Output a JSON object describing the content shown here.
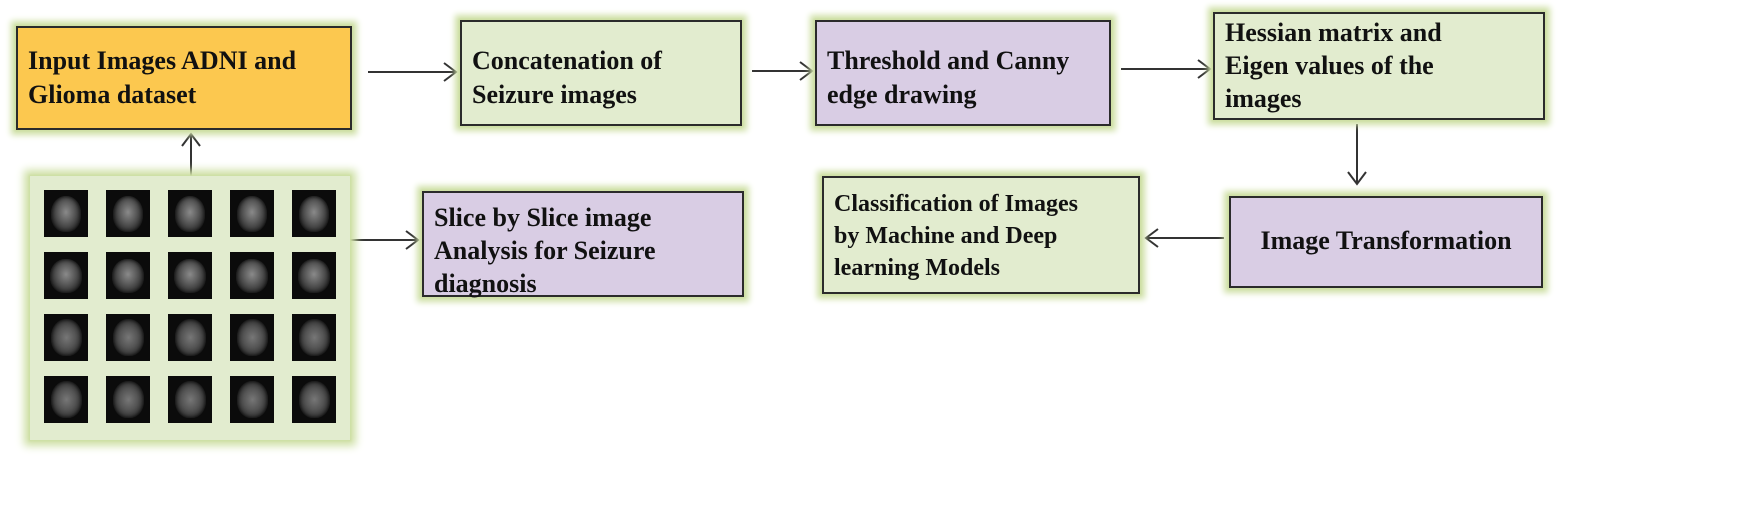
{
  "diagram": {
    "nodes": {
      "input": {
        "line1": "Input Images ADNI and",
        "line2": "Glioma dataset",
        "color": "#fcc84f"
      },
      "concat": {
        "line1": "Concatenation of",
        "line2": "Seizure images",
        "color": "#e2eccf"
      },
      "threshold": {
        "line1": "Threshold and Canny",
        "line2": "edge drawing",
        "color": "#d9cde4"
      },
      "hessian": {
        "line1": "Hessian matrix and",
        "line2": "Eigen values of the",
        "line3": "images",
        "color": "#e2eccf"
      },
      "transform": {
        "label": "Image Transformation",
        "color": "#d9cde4"
      },
      "classify": {
        "line1": "Classification of Images",
        "line2": "by Machine and Deep",
        "line3": "learning Models",
        "color": "#e2eccf"
      },
      "slice": {
        "line1": "Slice by Slice image",
        "line2": "Analysis for Seizure",
        "line3": "diagnosis",
        "color": "#d9cde4"
      }
    },
    "mri_grid": {
      "rows": 4,
      "columns": 5,
      "icon": "brain-mri-slice-icon"
    },
    "edges": [
      {
        "from": "input",
        "to": "concat"
      },
      {
        "from": "concat",
        "to": "threshold"
      },
      {
        "from": "threshold",
        "to": "hessian"
      },
      {
        "from": "hessian",
        "to": "transform"
      },
      {
        "from": "transform",
        "to": "classify"
      },
      {
        "from": "mri-grid",
        "to": "input"
      },
      {
        "from": "mri-grid",
        "to": "slice"
      }
    ]
  }
}
